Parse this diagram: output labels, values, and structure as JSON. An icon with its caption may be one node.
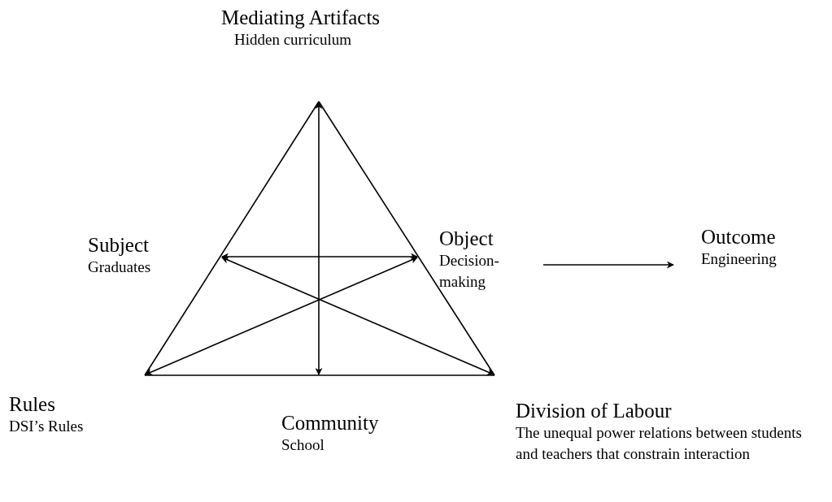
{
  "diagram": {
    "nodes": [
      {
        "text": [
          "Mediating Artifacts",
          "Hidden curriculum"
        ]
      },
      {
        "text": [
          "Subject",
          "Graduates"
        ]
      },
      {
        "text": [
          "Object",
          "Decision-making"
        ]
      },
      {
        "text": [
          "Outcome",
          "Engineering"
        ]
      },
      {
        "text": [
          "Rules",
          "DSI’s Rules"
        ]
      },
      {
        "text": [
          "Community",
          "School"
        ]
      },
      {
        "text": [
          "Division of Labour",
          "The unequal power relations between students and teachers that constrain interaction"
        ]
      }
    ],
    "edges": [
      {
        "from": 0,
        "to": 4,
        "arrow": "none"
      },
      {
        "from": 0,
        "to": 6,
        "arrow": "none"
      },
      {
        "from": 4,
        "to": 6,
        "arrow": "none"
      },
      {
        "from": 0,
        "to": 5,
        "arrow": "both"
      },
      {
        "from": 1,
        "to": 2,
        "arrow": "both"
      },
      {
        "from": 4,
        "to": 2,
        "arrow": "both"
      },
      {
        "from": 1,
        "to": 6,
        "arrow": "both"
      },
      {
        "from": 2,
        "to": 3,
        "arrow": "to"
      }
    ]
  }
}
